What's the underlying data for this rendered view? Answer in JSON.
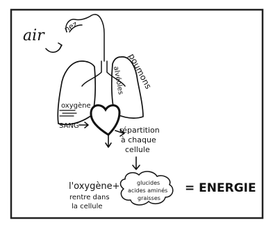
{
  "labels": {
    "air": "air",
    "nez": "nez",
    "poumons": "poumons",
    "alveoles": "alvéoles",
    "oxygene": "oxygène",
    "sang": "SANG",
    "repartition": [
      "répartition",
      "à chaque",
      "cellule"
    ],
    "oxygene_cell": [
      "l'oxygène+",
      "rentre dans",
      "la cellule"
    ],
    "nutrients": [
      "glucides",
      "acides aminés",
      "graisses"
    ],
    "energie": "= ENERGIE"
  },
  "colors": {
    "ink": "#111111",
    "border": "#222222",
    "background": "#ffffff"
  }
}
